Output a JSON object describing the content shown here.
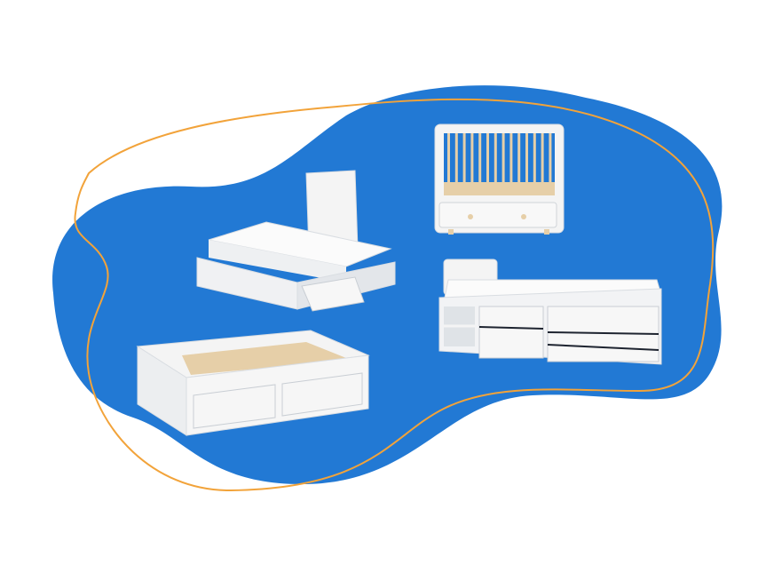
{
  "colors": {
    "background": "#ffffff",
    "blob": "#2279d4",
    "outline": "#f2a33a",
    "furniture": "#f4f4f4",
    "furniture_shade": "#d9dde2",
    "wood": "#e6cfa8",
    "drawer_gap": "#1e2430"
  },
  "illustration": {
    "items": [
      {
        "name": "single-bed-with-storage-drawers"
      },
      {
        "name": "baby-crib-with-drawer"
      },
      {
        "name": "day-bed-with-slats-and-drawers"
      },
      {
        "name": "storage-bed-with-shelves-and-drawers"
      }
    ]
  }
}
